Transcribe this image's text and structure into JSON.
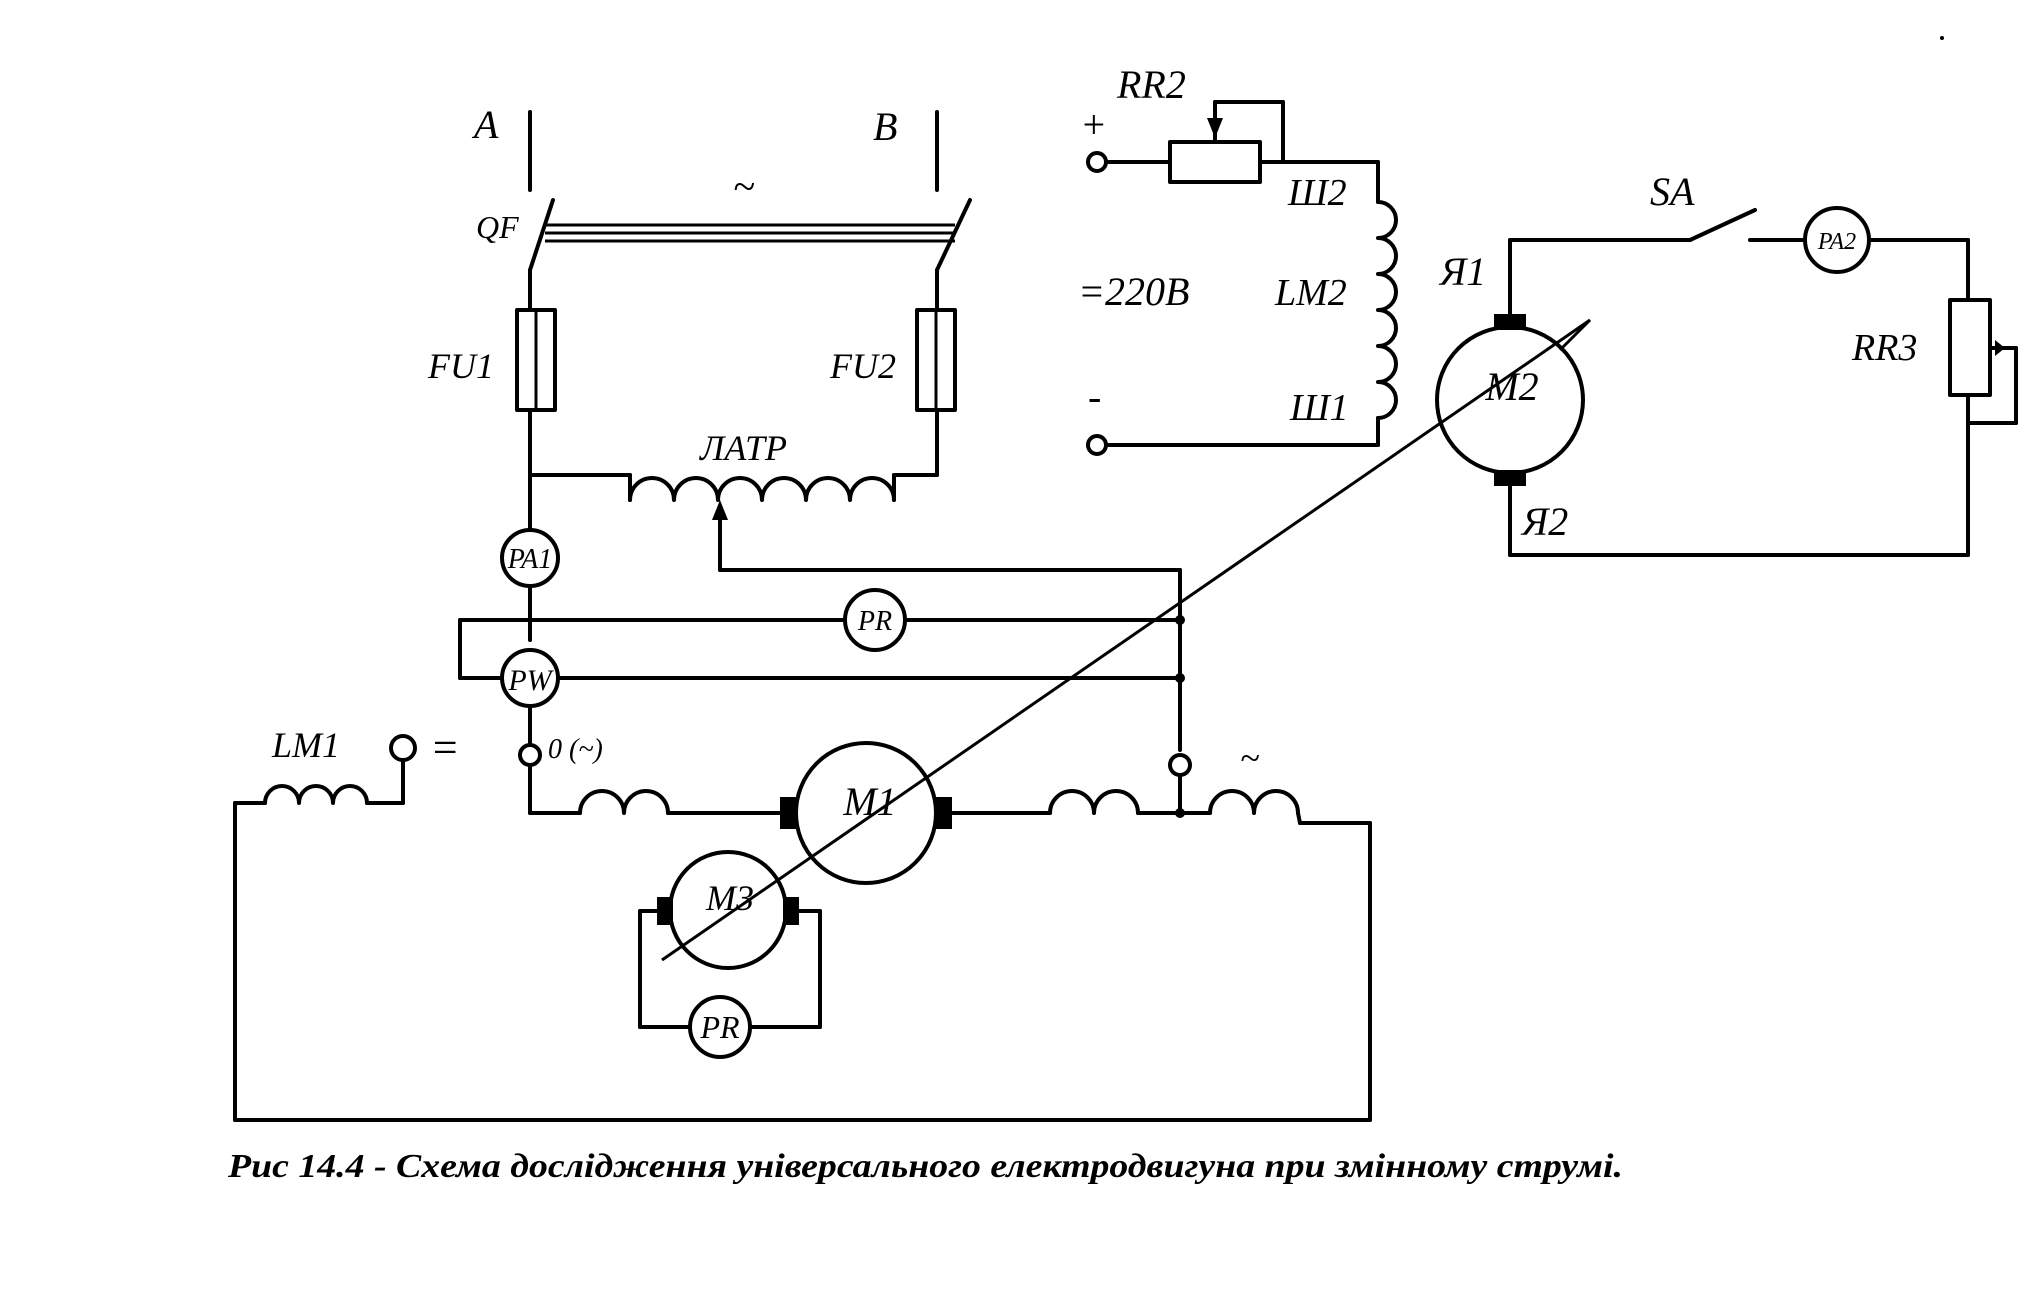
{
  "diagram": {
    "labels": {
      "phase_a": "A",
      "phase_b": "B",
      "ac_symbol": "~",
      "breaker": "QF",
      "fuse1": "FU1",
      "fuse2": "FU2",
      "autotransformer": "ЛАТР",
      "ammeter1": "PA1",
      "wattmeter": "PW",
      "meter_pr_top": "PR",
      "field_lm1": "LM1",
      "dc_symbol": "=",
      "terminal_zero": "0 (~)",
      "terminal_ac": "~",
      "motor_m1": "M1",
      "motor_m3": "M3",
      "meter_pr_bottom": "PR",
      "rheostat_rr2": "RR2",
      "plus": "+",
      "minus": "-",
      "supply_voltage": "=220В",
      "field_sh2": "Ш2",
      "field_lm2": "LM2",
      "field_sh1": "Ш1",
      "switch_sa": "SA",
      "ammeter2": "PA2",
      "rheostat_rr3": "RR3",
      "armature_ya1": "Я1",
      "armature_ya2": "Я2",
      "motor_m2": "M2"
    },
    "caption": "Рис 14.4 - Схема дослідження універсального  електродвигуна при змінному струмі."
  }
}
